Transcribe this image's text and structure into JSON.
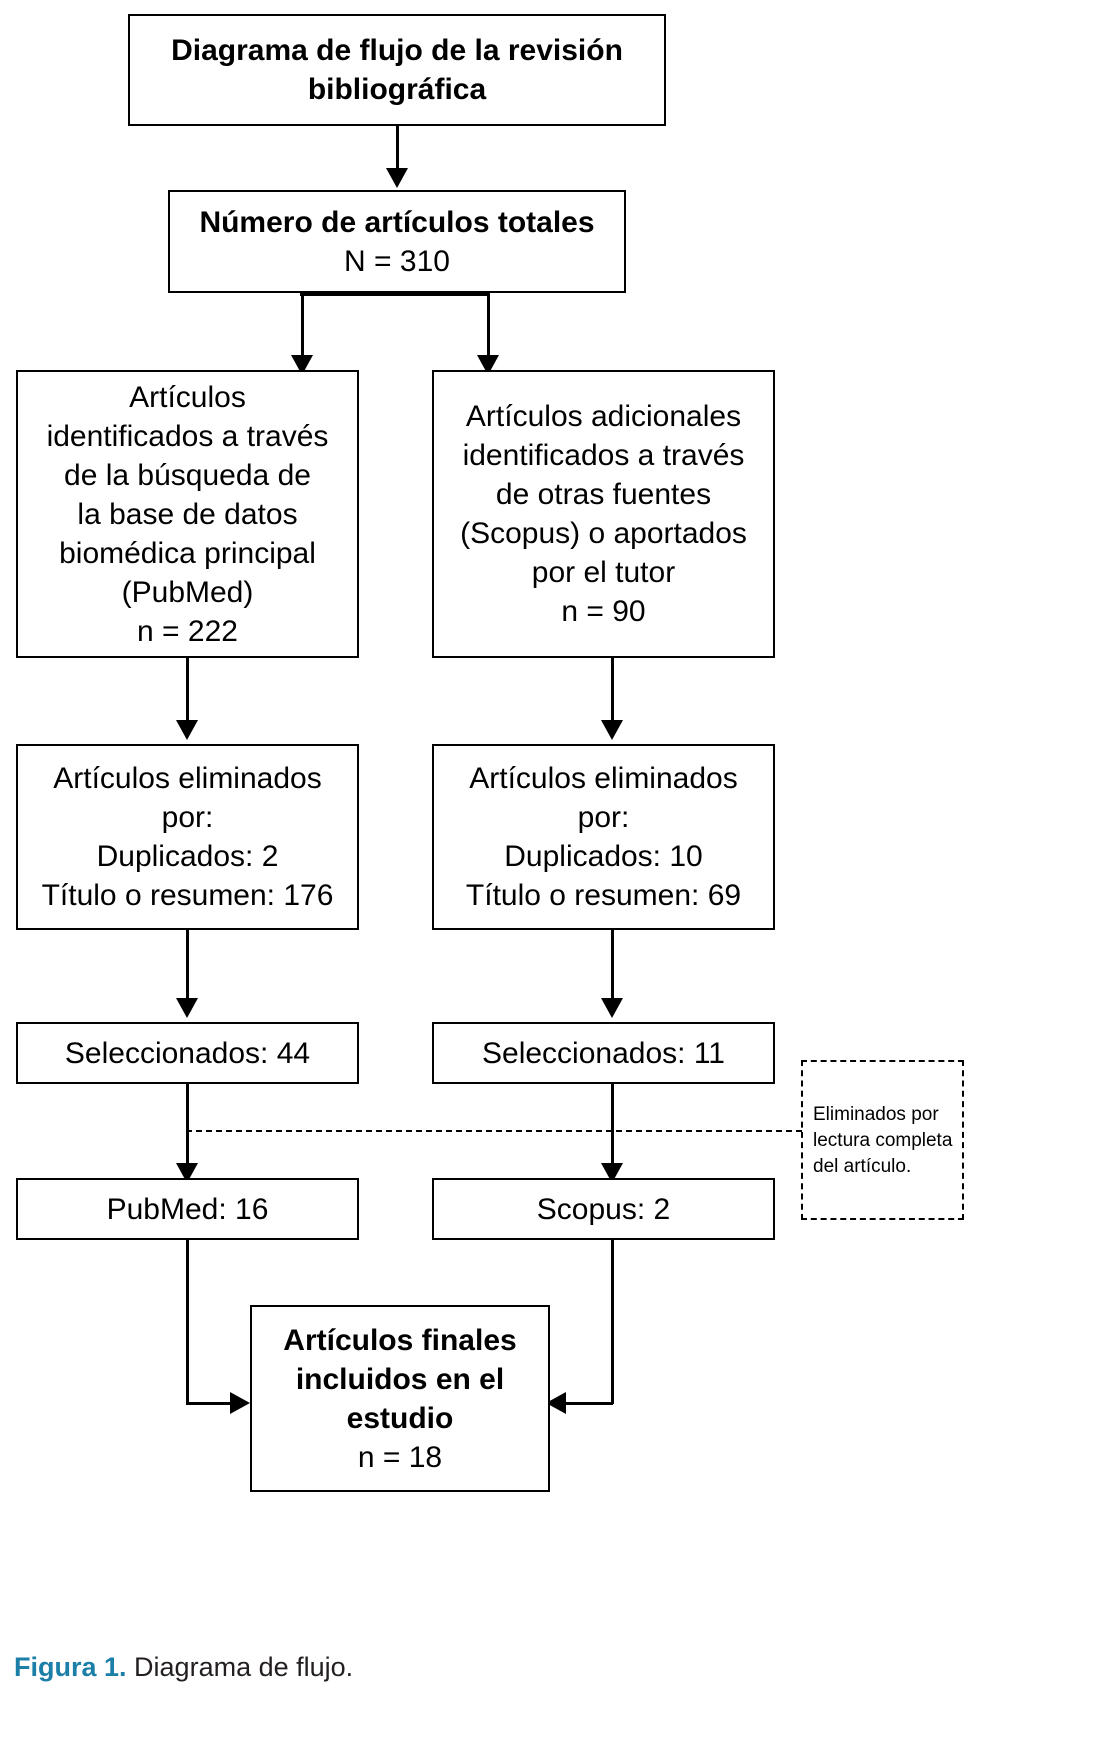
{
  "figure": {
    "label": "Figura 1.",
    "text": "Diagrama de flujo.",
    "label_color": "#1b7fa8"
  },
  "diagram": {
    "title_box": {
      "line1": "Diagrama de flujo de la revisión",
      "line2": "bibliográfica"
    },
    "total_box": {
      "line1": "Número de artículos totales",
      "line2": "N = 310"
    },
    "left_source_box": {
      "line1": "Artículos",
      "line2": "identificados a través",
      "line3": "de la búsqueda de",
      "line4": "la base de datos",
      "line5": "biomédica principal",
      "line6": "(PubMed)",
      "line7": "n = 222"
    },
    "right_source_box": {
      "line1": "Artículos adicionales",
      "line2": "identificados a través",
      "line3": "de otras fuentes",
      "line4": "(Scopus) o aportados",
      "line5": "por el tutor",
      "line6": "n = 90"
    },
    "left_excluded_box": {
      "line1": "Artículos eliminados",
      "line2": "por:",
      "line3": "Duplicados: 2",
      "line4": "Título o resumen: 176"
    },
    "right_excluded_box": {
      "line1": "Artículos eliminados",
      "line2": "por:",
      "line3": "Duplicados: 10",
      "line4": "Título o resumen: 69"
    },
    "left_selected_box": {
      "line1": "Seleccionados: 44"
    },
    "right_selected_box": {
      "line1": "Seleccionados: 11"
    },
    "note_box": {
      "line1": "Eliminados",
      "line2": "por lectura",
      "line3": "completa del",
      "line4": "artículo."
    },
    "left_final_box": {
      "line1": "PubMed: 16"
    },
    "right_final_box": {
      "line1": "Scopus: 2"
    },
    "included_box": {
      "line1": "Artículos finales",
      "line2": "incluidos en el",
      "line3": "estudio",
      "line4": "n = 18"
    }
  }
}
